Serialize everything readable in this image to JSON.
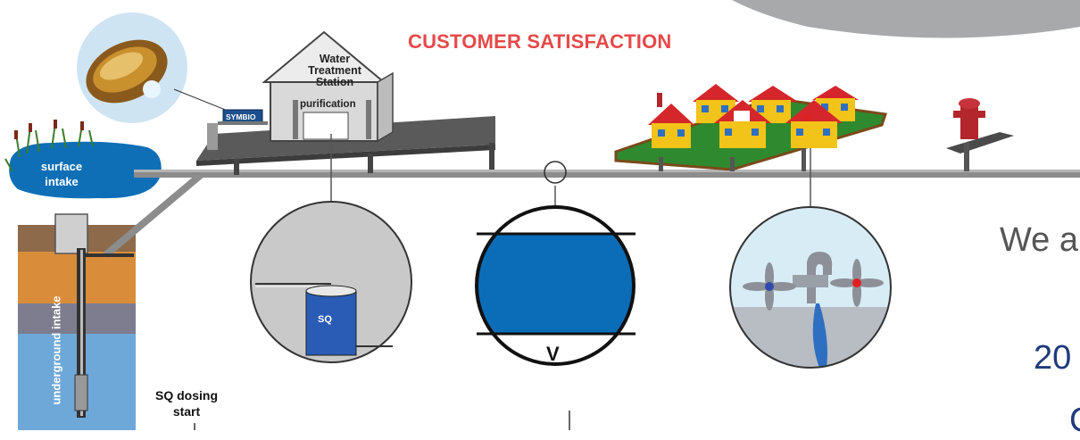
{
  "title": "CUSTOMER SATISFACTION",
  "station": {
    "line1": "Water",
    "line2": "Treatment",
    "line3": "Station",
    "purification": "purification"
  },
  "symbio_label": "SYMBIO",
  "surface_intake": {
    "line1": "surface",
    "line2": "intake"
  },
  "underground_intake": "underground intake",
  "tank_label": "SQ",
  "volume_label": "V",
  "dosing": {
    "line1": "SQ dosing",
    "line2": "start"
  },
  "side_text": {
    "line1": "We a",
    "line2": "20",
    "line3": "C"
  },
  "colors": {
    "title": "#e6494a",
    "pipe": "#8c8c8c",
    "water": "#0b6db8",
    "side_blue": "#1f3b7a"
  }
}
